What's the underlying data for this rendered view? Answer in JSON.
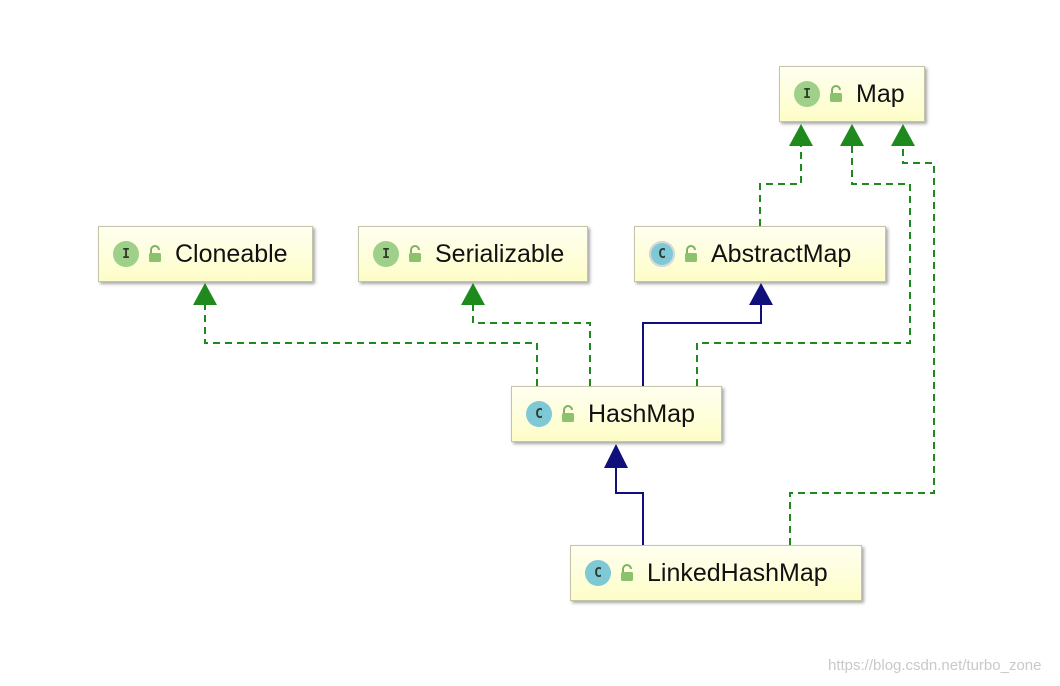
{
  "nodes": {
    "map": {
      "label": "Map",
      "kind": "I",
      "type": "interface"
    },
    "cloneable": {
      "label": "Cloneable",
      "kind": "I",
      "type": "interface"
    },
    "serializable": {
      "label": "Serializable",
      "kind": "I",
      "type": "interface"
    },
    "abstractmap": {
      "label": "AbstractMap",
      "kind": "C",
      "type": "abstract-class"
    },
    "hashmap": {
      "label": "HashMap",
      "kind": "C",
      "type": "class"
    },
    "linkedhashmap": {
      "label": "LinkedHashMap",
      "kind": "C",
      "type": "class"
    }
  },
  "edges": [
    {
      "from": "abstractmap",
      "to": "map",
      "relation": "implements"
    },
    {
      "from": "hashmap",
      "to": "map",
      "relation": "implements"
    },
    {
      "from": "linkedhashmap",
      "to": "map",
      "relation": "implements"
    },
    {
      "from": "hashmap",
      "to": "cloneable",
      "relation": "implements"
    },
    {
      "from": "hashmap",
      "to": "serializable",
      "relation": "implements"
    },
    {
      "from": "hashmap",
      "to": "abstractmap",
      "relation": "extends"
    },
    {
      "from": "linkedhashmap",
      "to": "hashmap",
      "relation": "extends"
    }
  ],
  "colors": {
    "implements": "#1e8a1e",
    "extends": "#10107a",
    "node_fill": "#fdfdc8",
    "interface_icon": "#9fd08a",
    "class_icon": "#7fc8d6"
  },
  "icons": {
    "interface": "interface-icon",
    "class": "class-icon",
    "abstract": "abstract-class-icon",
    "visibility": "unlocked-padlock-icon"
  },
  "watermark": "https://blog.csdn.net/turbo_zone"
}
